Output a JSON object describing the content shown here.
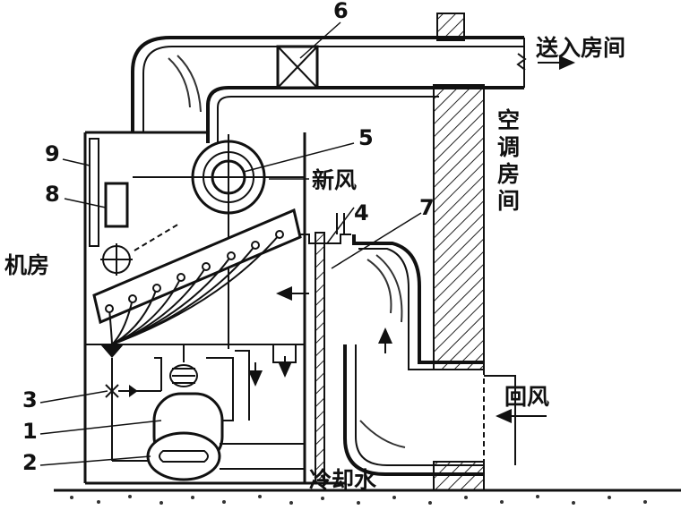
{
  "labels": {
    "n1": "1",
    "n2": "2",
    "n3": "3",
    "n4": "4",
    "n5": "5",
    "n6": "6",
    "n7": "7",
    "n8": "8",
    "n9": "9",
    "supply_room": "送入房间",
    "ac_room": [
      "空",
      "调",
      "房",
      "间"
    ],
    "fresh_air": "新风",
    "machine_room": "机房",
    "return_air": "回风",
    "cooling_water": "冷却水"
  }
}
